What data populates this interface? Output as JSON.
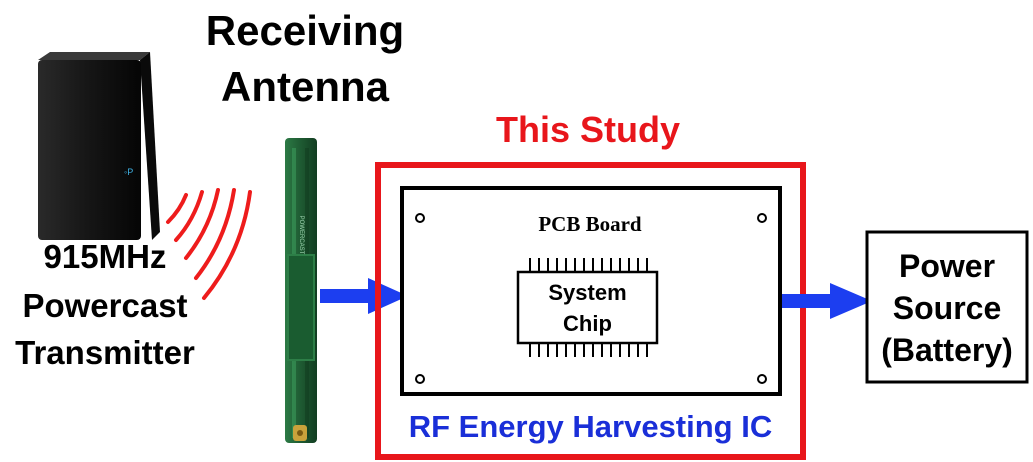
{
  "labels": {
    "receiving_antenna_line1": "Receiving",
    "receiving_antenna_line2": "Antenna",
    "this_study": "This Study",
    "transmitter_line1": "915MHz",
    "transmitter_line2": "Powercast",
    "transmitter_line3": "Transmitter",
    "pcb_board": "PCB Board",
    "chip_line1": "System",
    "chip_line2": "Chip",
    "ic_label": "RF Energy Harvesting IC",
    "power_line1": "Power",
    "power_line2": "Source",
    "power_line3": "(Battery)",
    "antenna_print": "POWERCAST"
  },
  "colors": {
    "study_red": "#e8161b",
    "ic_blue": "#1a2fd8",
    "arrow_blue": "#1c3ef0",
    "wave_red": "#ee1c1c",
    "pcb_green": "#1e5a32",
    "device_black": "#141414"
  },
  "icons": {
    "transmitter": "transmitter-device-icon",
    "antenna": "pcb-antenna-icon",
    "chip": "system-chip-icon"
  }
}
